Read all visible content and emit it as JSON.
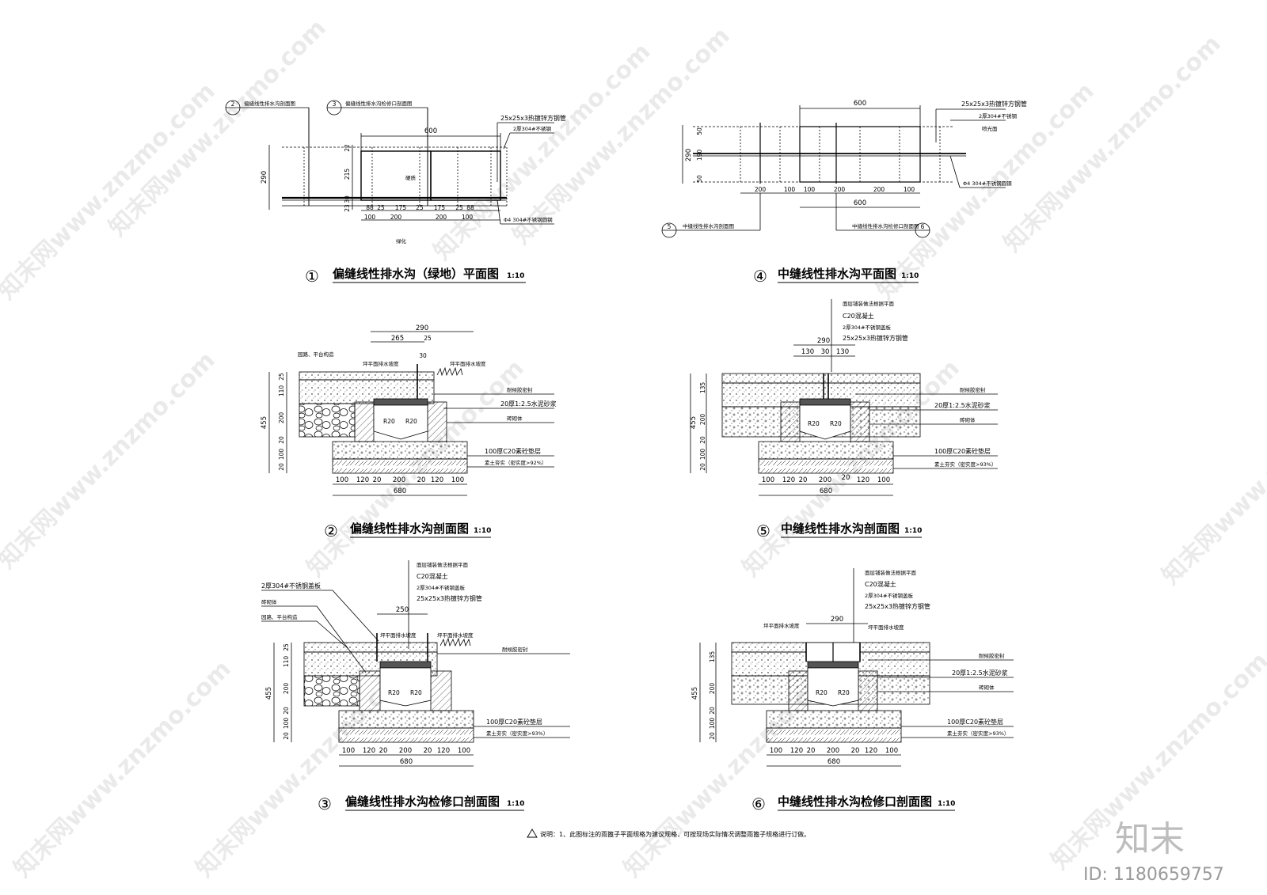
{
  "drawings": [
    {
      "num": "①",
      "title": "偏缝线性排水沟（绿地）平面图",
      "scale": "1:10"
    },
    {
      "num": "④",
      "title": "中缝线性排水沟平面图",
      "scale": "1:10"
    },
    {
      "num": "②",
      "title": "偏缝线性排水沟剖面图",
      "scale": "1:10"
    },
    {
      "num": "⑤",
      "title": "中缝线性排水沟剖面图",
      "scale": "1:10"
    },
    {
      "num": "③",
      "title": "偏缝线性排水沟检修口剖面图",
      "scale": "1:10"
    },
    {
      "num": "⑥",
      "title": "中缝线性排水沟检修口剖面图",
      "scale": "1:10"
    }
  ],
  "plan1": {
    "ref2_label": "偏缝线性排水沟剖面图",
    "ref3_label": "偏缝线性排水沟检修口剖面图",
    "ref2_num": "2",
    "ref3_num": "3",
    "dim_600": "600",
    "dim_290": "290",
    "dims_v": [
      "22",
      "215",
      "30",
      "23"
    ],
    "dims_row1": [
      "88",
      "25",
      "175",
      "25",
      "175",
      "25",
      "88"
    ],
    "dims_row2": [
      "100",
      "200",
      "200",
      "100"
    ],
    "label_paving": "硬质",
    "label_green": "绿化",
    "note_pipe": "25x25x3热镀锌方钢管",
    "note_plate": "2厚304#不锈钢",
    "note_rod": "Φ4  304#不锈钢圆钢"
  },
  "plan4": {
    "dim_600_top": "600",
    "dim_600_bottom": "600",
    "dim_290": "290",
    "dims_v": [
      "50",
      "190",
      "50"
    ],
    "dims_row": [
      "200",
      "100",
      "100",
      "200",
      "200",
      "100"
    ],
    "note_pipe": "25x25x3热镀锌方钢管",
    "note_plate": "2厚304#不锈钢",
    "note_sand": "喷光面",
    "note_rod": "Φ4  304#不锈钢圆钢",
    "ref5_label": "中缝线性排水沟剖面图",
    "ref6_label": "中缝线性排水沟检修口剖面图",
    "ref5_num": "5",
    "ref6_num": "6"
  },
  "sec2": {
    "dims_top": [
      "290",
      "265",
      "25",
      "30"
    ],
    "label_left": "园路、平台构造",
    "label_slope_l": "坪平面排水坡度",
    "label_slope_r": "坪平面排水坡度",
    "dims_v": [
      "455",
      "25",
      "110",
      "200",
      "20",
      "100",
      "20"
    ],
    "note_sealant": "耐候胶密封",
    "note_mortar": "20厚1:2.5水泥砂浆",
    "note_brick": "砖砌体",
    "note_concrete": "100厚C20素砼垫层",
    "note_soil": "素土夯实（密实度>92%）",
    "radius": "R20",
    "dims_bottom": [
      "100",
      "120",
      "20",
      "200",
      "20",
      "120",
      "100"
    ],
    "dim_total": "680"
  },
  "sec5": {
    "notes_top": [
      "面层铺装做法根据平面",
      "C20混凝土",
      "2厚304#不锈钢盖板",
      "25x25x3热镀锌方钢管"
    ],
    "dims_top": [
      "290",
      "130",
      "30",
      "130"
    ],
    "dims_v": [
      "455",
      "135",
      "200",
      "20",
      "100",
      "20"
    ],
    "note_sealant": "耐候胶密封",
    "note_mortar": "20厚1:2.5水泥砂浆",
    "note_brick": "砖砌体",
    "note_concrete": "100厚C20素砼垫层",
    "note_soil": "素土夯实（密实度>93%）",
    "radius": "R20",
    "dims_bottom": [
      "100",
      "120",
      "20",
      "200",
      "20",
      "120",
      "100"
    ],
    "dim_total": "680"
  },
  "sec3": {
    "notes_top": [
      "面层铺装做法根据平面",
      "C20混凝土",
      "2厚304#不锈钢盖板",
      "25x25x3热镀锌方钢管"
    ],
    "note_left1": "2厚304#不锈钢盖板",
    "note_left2": "砖砌体",
    "note_left3": "园路、平台构造",
    "dim_250": "250",
    "label_slope_l": "坪平面排水坡度",
    "label_slope_r": "坪平面排水坡度",
    "dims_v": [
      "455",
      "25",
      "110",
      "200",
      "20",
      "100",
      "20"
    ],
    "note_sealant": "耐候胶密封",
    "note_concrete": "100厚C20素砼垫层",
    "note_soil": "素土夯实（密实度>93%）",
    "radius": "R20",
    "dims_bottom": [
      "100",
      "120",
      "20",
      "200",
      "20",
      "120",
      "100"
    ],
    "dim_total": "680"
  },
  "sec6": {
    "notes_top": [
      "面层铺装做法根据平面",
      "C20混凝土",
      "2厚304#不锈钢盖板",
      "25x25x3热镀锌方钢管"
    ],
    "dim_290": "290",
    "label_slope_l": "坪平面排水坡度",
    "label_slope_r": "坪平面排水坡度",
    "dims_v": [
      "455",
      "135",
      "200",
      "20",
      "100",
      "20"
    ],
    "note_sealant": "耐候胶密封",
    "note_mortar": "20厚1:2.5水泥砂浆",
    "note_brick": "砖砌体",
    "note_concrete": "100厚C20素砼垫层",
    "note_soil": "素土夯实（密实度>93%）",
    "radius": "R20",
    "dims_bottom": [
      "100",
      "120",
      "20",
      "200",
      "20",
      "120",
      "100"
    ],
    "dim_total": "680"
  },
  "footer_note": "说明：1、此图标注的雨篦子平面规格为建议规格，可按现场实际情况调整雨篦子规格进行订做。",
  "watermark": {
    "brand": "知末",
    "id_text": "ID: 1180659757",
    "site": "知末网www.znzmo.com"
  }
}
